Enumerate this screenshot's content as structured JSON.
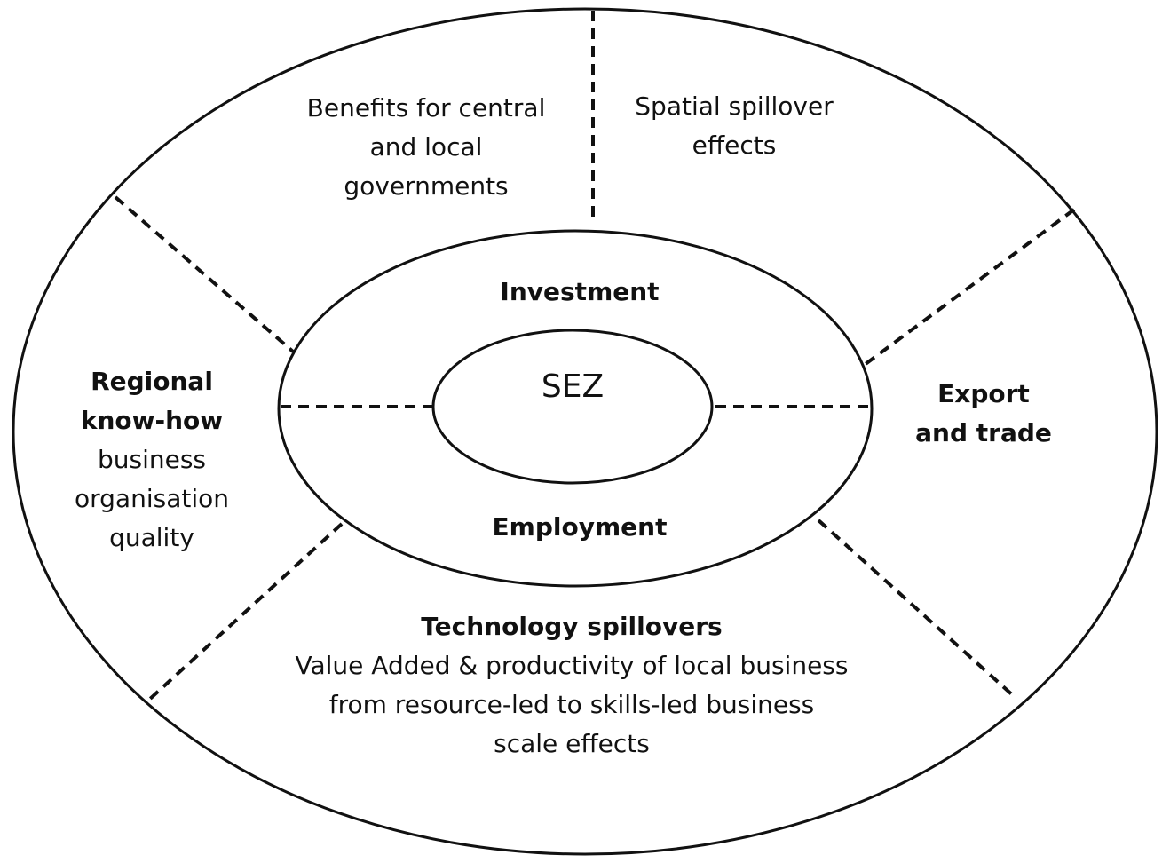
{
  "diagram": {
    "center": "SEZ",
    "middle_ring": {
      "top": "Investment",
      "bottom": "Employment"
    },
    "outer_ring": {
      "top_left": [
        "Benefits for central",
        "and local",
        "governments"
      ],
      "top_right": [
        "Spatial spillover",
        "effects"
      ],
      "left": {
        "heading": [
          "Regional",
          "know-how"
        ],
        "lines": [
          "business",
          "organisation",
          "quality"
        ]
      },
      "right": {
        "heading": [
          "Export",
          "and trade"
        ]
      },
      "bottom": {
        "heading": "Technology spillovers",
        "lines": [
          "Value Added  & productivity  of local business",
          "from resource-led  to skills-led business",
          "scale effects"
        ]
      }
    },
    "colors": {
      "stroke": "#111111",
      "background": "#ffffff"
    }
  }
}
